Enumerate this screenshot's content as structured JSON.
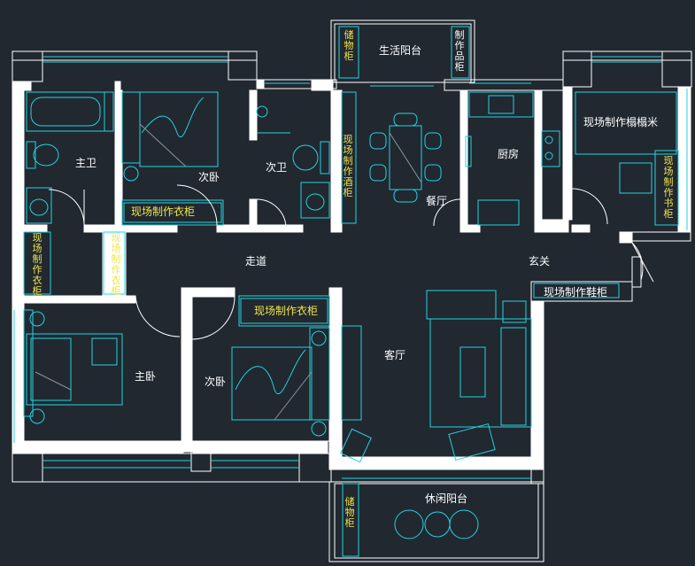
{
  "rooms": {
    "master_bath": "主卫",
    "second_bed_top": "次卧",
    "second_bath": "次卫",
    "dining": "餐厅",
    "kitchen": "厨房",
    "corridor": "走道",
    "entrance": "玄关",
    "master_bed": "主卧",
    "second_bed_bottom": "次卧",
    "living": "客厅",
    "service_balcony": "生活阳台",
    "leisure_balcony": "休闲阳台"
  },
  "labels": {
    "storage_top": "储物柜",
    "custom_product_cabinet": "制作品柜",
    "wine_cabinet": "现场制作酒柜",
    "custom_tatami": "现场制作榻榻米",
    "book_cabinet": "现场制作书柜",
    "wardrobe_top": "现场制作衣柜",
    "wardrobe_left": "现场制作衣柜",
    "wardrobe_mid": "现场制作衣柜",
    "wardrobe_bottom": "现场制作衣柜",
    "shoe_cabinet": "现场制作鞋柜",
    "storage_bottom": "储物柜"
  },
  "colors": {
    "background": "#212830",
    "wall": "#ffffff",
    "furniture": "#22d3e0",
    "label_white": "#ffffff",
    "label_yellow": "#f0e54a"
  }
}
